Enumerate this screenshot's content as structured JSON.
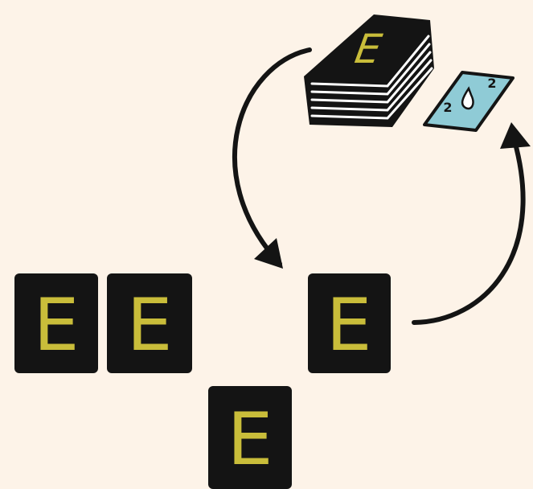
{
  "colors": {
    "background": "#fdf3e8",
    "card": "#141414",
    "letter": "#c9bd3a",
    "stroke": "#141414",
    "token": "#8fcbd6",
    "page_lines": "#ffffff"
  },
  "deck": {
    "letter": "E"
  },
  "token": {
    "symbol": "droplet-icon",
    "numbers": [
      "2",
      "2"
    ]
  },
  "cards": [
    {
      "letter": "E"
    },
    {
      "letter": "E"
    },
    {
      "letter": "E"
    },
    {
      "letter": "E"
    }
  ]
}
